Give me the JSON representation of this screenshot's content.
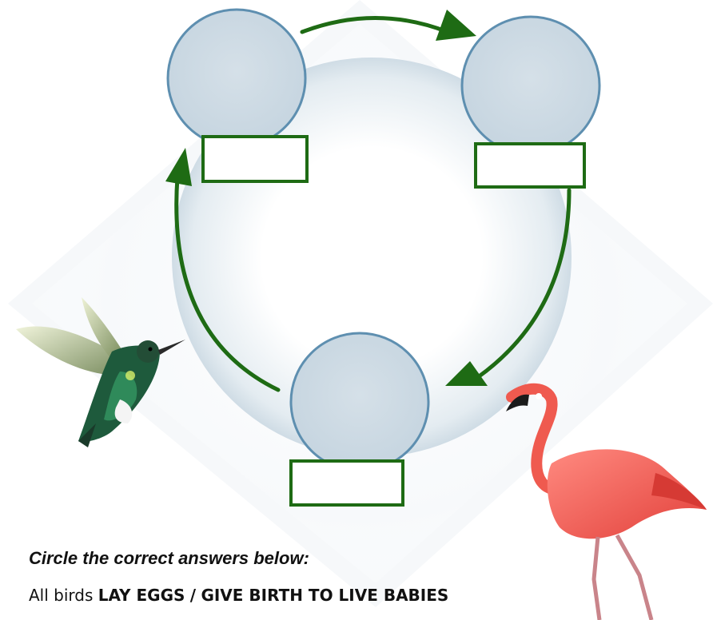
{
  "diagram": {
    "type": "life-cycle",
    "stages": [
      {
        "label": ""
      },
      {
        "label": ""
      },
      {
        "label": ""
      }
    ],
    "colors": {
      "stage_circle_fill": "#cddae3",
      "stage_circle_stroke": "#5e8fb0",
      "arrow": "#1e6b14",
      "answer_box_border": "#1e6b14"
    }
  },
  "illustrations": [
    {
      "icon": "hummingbird-icon"
    },
    {
      "icon": "flamingo-icon"
    }
  ],
  "instruction": "Circle the correct answers below:",
  "question": {
    "prefix": "All birds",
    "option_a": "LAY EGGS",
    "separator": "/",
    "option_b": "GIVE BIRTH TO LIVE BABIES"
  }
}
